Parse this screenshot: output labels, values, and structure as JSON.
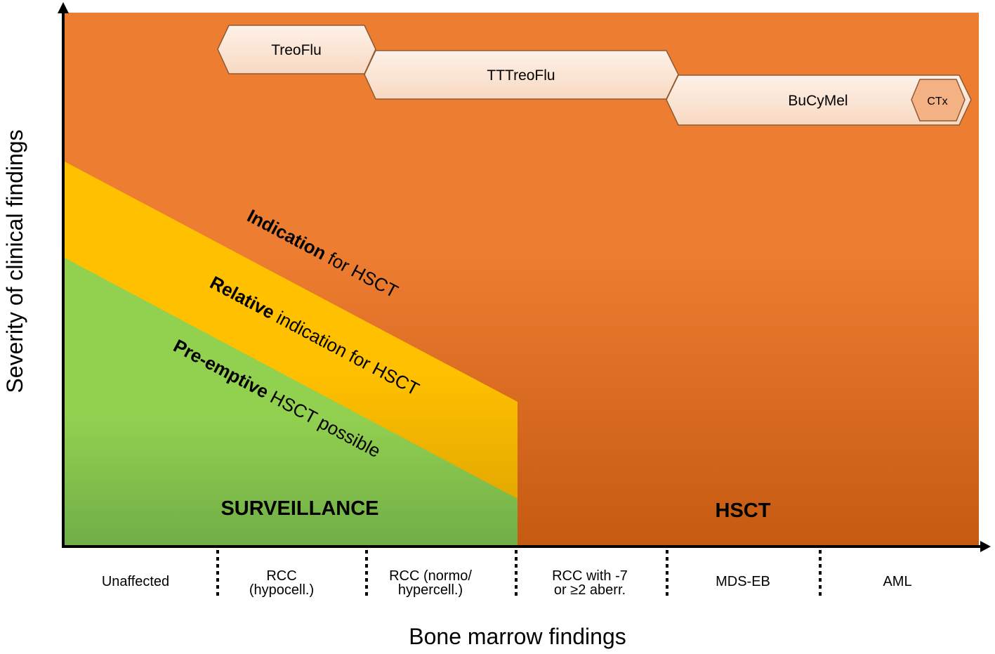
{
  "axes": {
    "y_label": "Severity of clinical findings",
    "x_label": "Bone marrow findings"
  },
  "categories": [
    {
      "line1": "Unaffected",
      "line2": ""
    },
    {
      "line1": "RCC",
      "line2": "(hypocell.)"
    },
    {
      "line1": "RCC (normo/",
      "line2": "hypercell.)"
    },
    {
      "line1": "RCC with -7",
      "line2": "or ≥2 aberr."
    },
    {
      "line1": "MDS-EB",
      "line2": ""
    },
    {
      "line1": "AML",
      "line2": ""
    }
  ],
  "zones": {
    "indication": {
      "bold": "Indication",
      "rest": " for HSCT",
      "color": "#ED7D31"
    },
    "relative": {
      "bold": "Relative",
      "rest": " indication for HSCT",
      "color": "#FFC000"
    },
    "preemptive": {
      "bold": "Pre-emptive",
      "rest": " HSCT possible",
      "color": "#92D050"
    }
  },
  "region_labels": {
    "surveillance": "SURVEILLANCE",
    "hsct": "HSCT"
  },
  "regimens": {
    "treoflu": "TreoFlu",
    "tttreoflu": "TTTreoFlu",
    "bucymel": "BuCyMel",
    "ctx": "CTx"
  },
  "colors": {
    "orange": "#ED7D31",
    "orange_dark": "#C55A11",
    "yellow": "#FFC000",
    "green": "#92D050",
    "green_dark": "#70AD47",
    "pill_fill": "#FBE5D6",
    "pill_stroke": "#8F5A32",
    "axis": "#000000"
  }
}
